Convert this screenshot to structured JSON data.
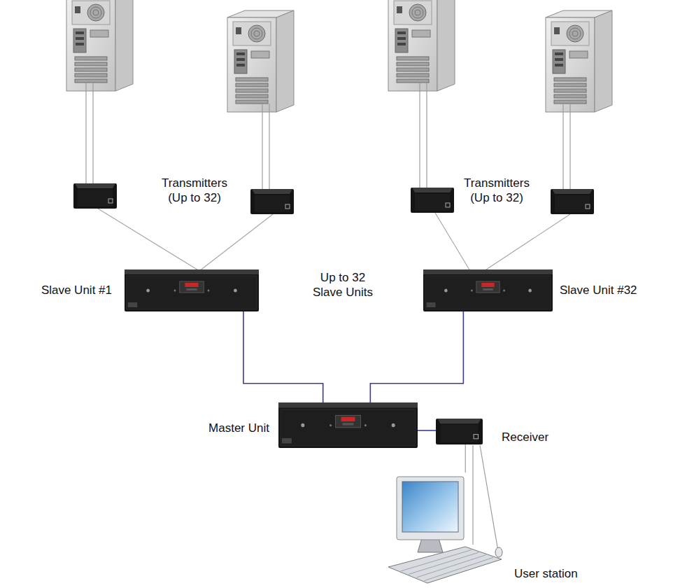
{
  "diagram": {
    "nodes": [
      {
        "text": [
          "Slave Unit #1"
        ]
      },
      {
        "text": [
          "Slave Unit #32"
        ]
      },
      {
        "text": [
          "Master Unit"
        ]
      },
      {
        "text": [
          "Receiver"
        ]
      },
      {
        "text": [
          "User station"
        ]
      }
    ],
    "edges": [
      {
        "from": 0,
        "to": 2,
        "arrow": "none"
      },
      {
        "from": 1,
        "to": 2,
        "arrow": "none"
      },
      {
        "from": 2,
        "to": 3,
        "arrow": "none"
      },
      {
        "from": 3,
        "to": 4,
        "arrow": "none"
      }
    ],
    "labels": [
      "Transmitters (Up to 32)",
      "Transmitters (Up to 32)",
      "Up to 32 Slave Units"
    ]
  }
}
